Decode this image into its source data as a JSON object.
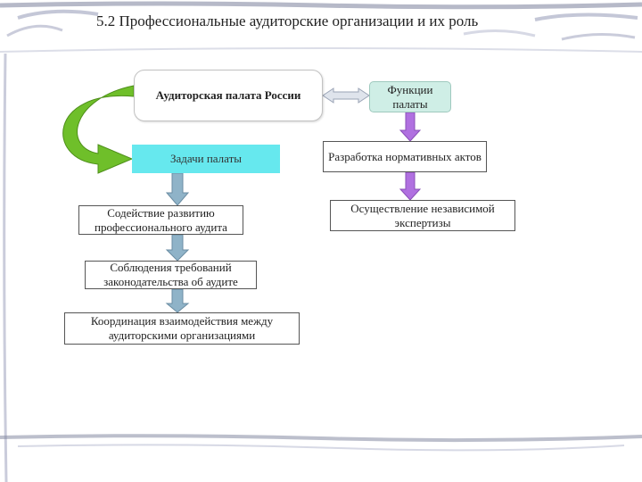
{
  "slide": {
    "title": "5.2 Профессиональные аудиторские организации и их роль"
  },
  "diagram": {
    "chamber": "Аудиторская палата России",
    "functions_header": "Функции палаты",
    "tasks_header": "Задачи палаты",
    "tasks": [
      "Содействие развитию профессионального аудита",
      "Соблюдения требований законодательства об аудите",
      "Координация взаимодействия между аудиторскими организациями"
    ],
    "functions": [
      "Разработка нормативных актов",
      "Осуществление независимой экспертизы"
    ]
  },
  "colors": {
    "curved_arrow": "#6fbf2a",
    "tasks_fill": "#66e8ee",
    "functions_fill": "#cfeee6",
    "blue_arrow": "#8fb3c8",
    "purple_arrow": "#b070e0"
  }
}
